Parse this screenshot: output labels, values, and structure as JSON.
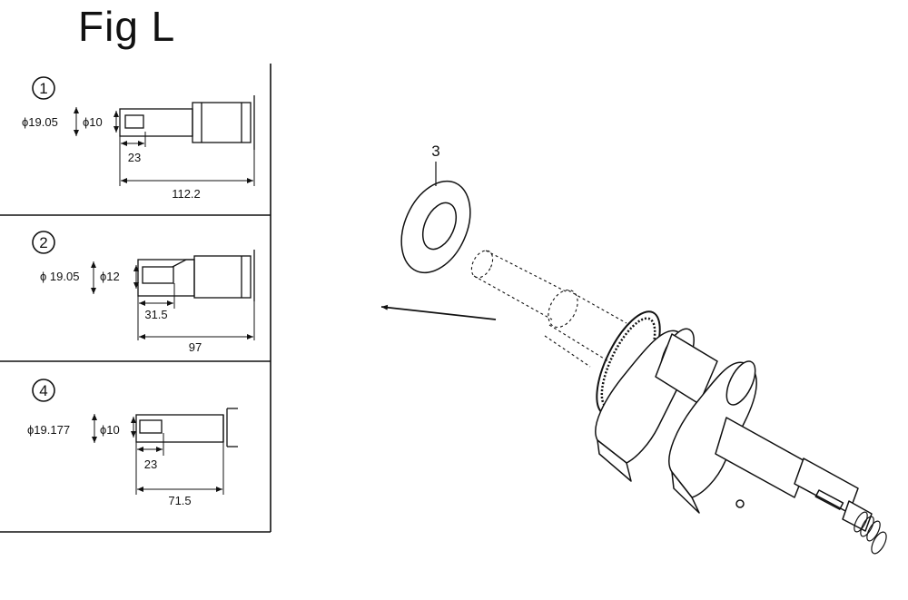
{
  "figure": {
    "title": "Fig L"
  },
  "panels": [
    {
      "number": "1",
      "outer_dia": "ϕ19.05",
      "inner_dia": "ϕ10",
      "depth": "23",
      "length": "112.2"
    },
    {
      "number": "2",
      "outer_dia": "ϕ 19.05",
      "inner_dia": "ϕ12",
      "depth": "31.5",
      "length": "97"
    },
    {
      "number": "4",
      "outer_dia": "ϕ19.177",
      "inner_dia": "ϕ10",
      "depth": "23",
      "length": "71.5"
    }
  ],
  "callout": {
    "part_number": "3"
  }
}
